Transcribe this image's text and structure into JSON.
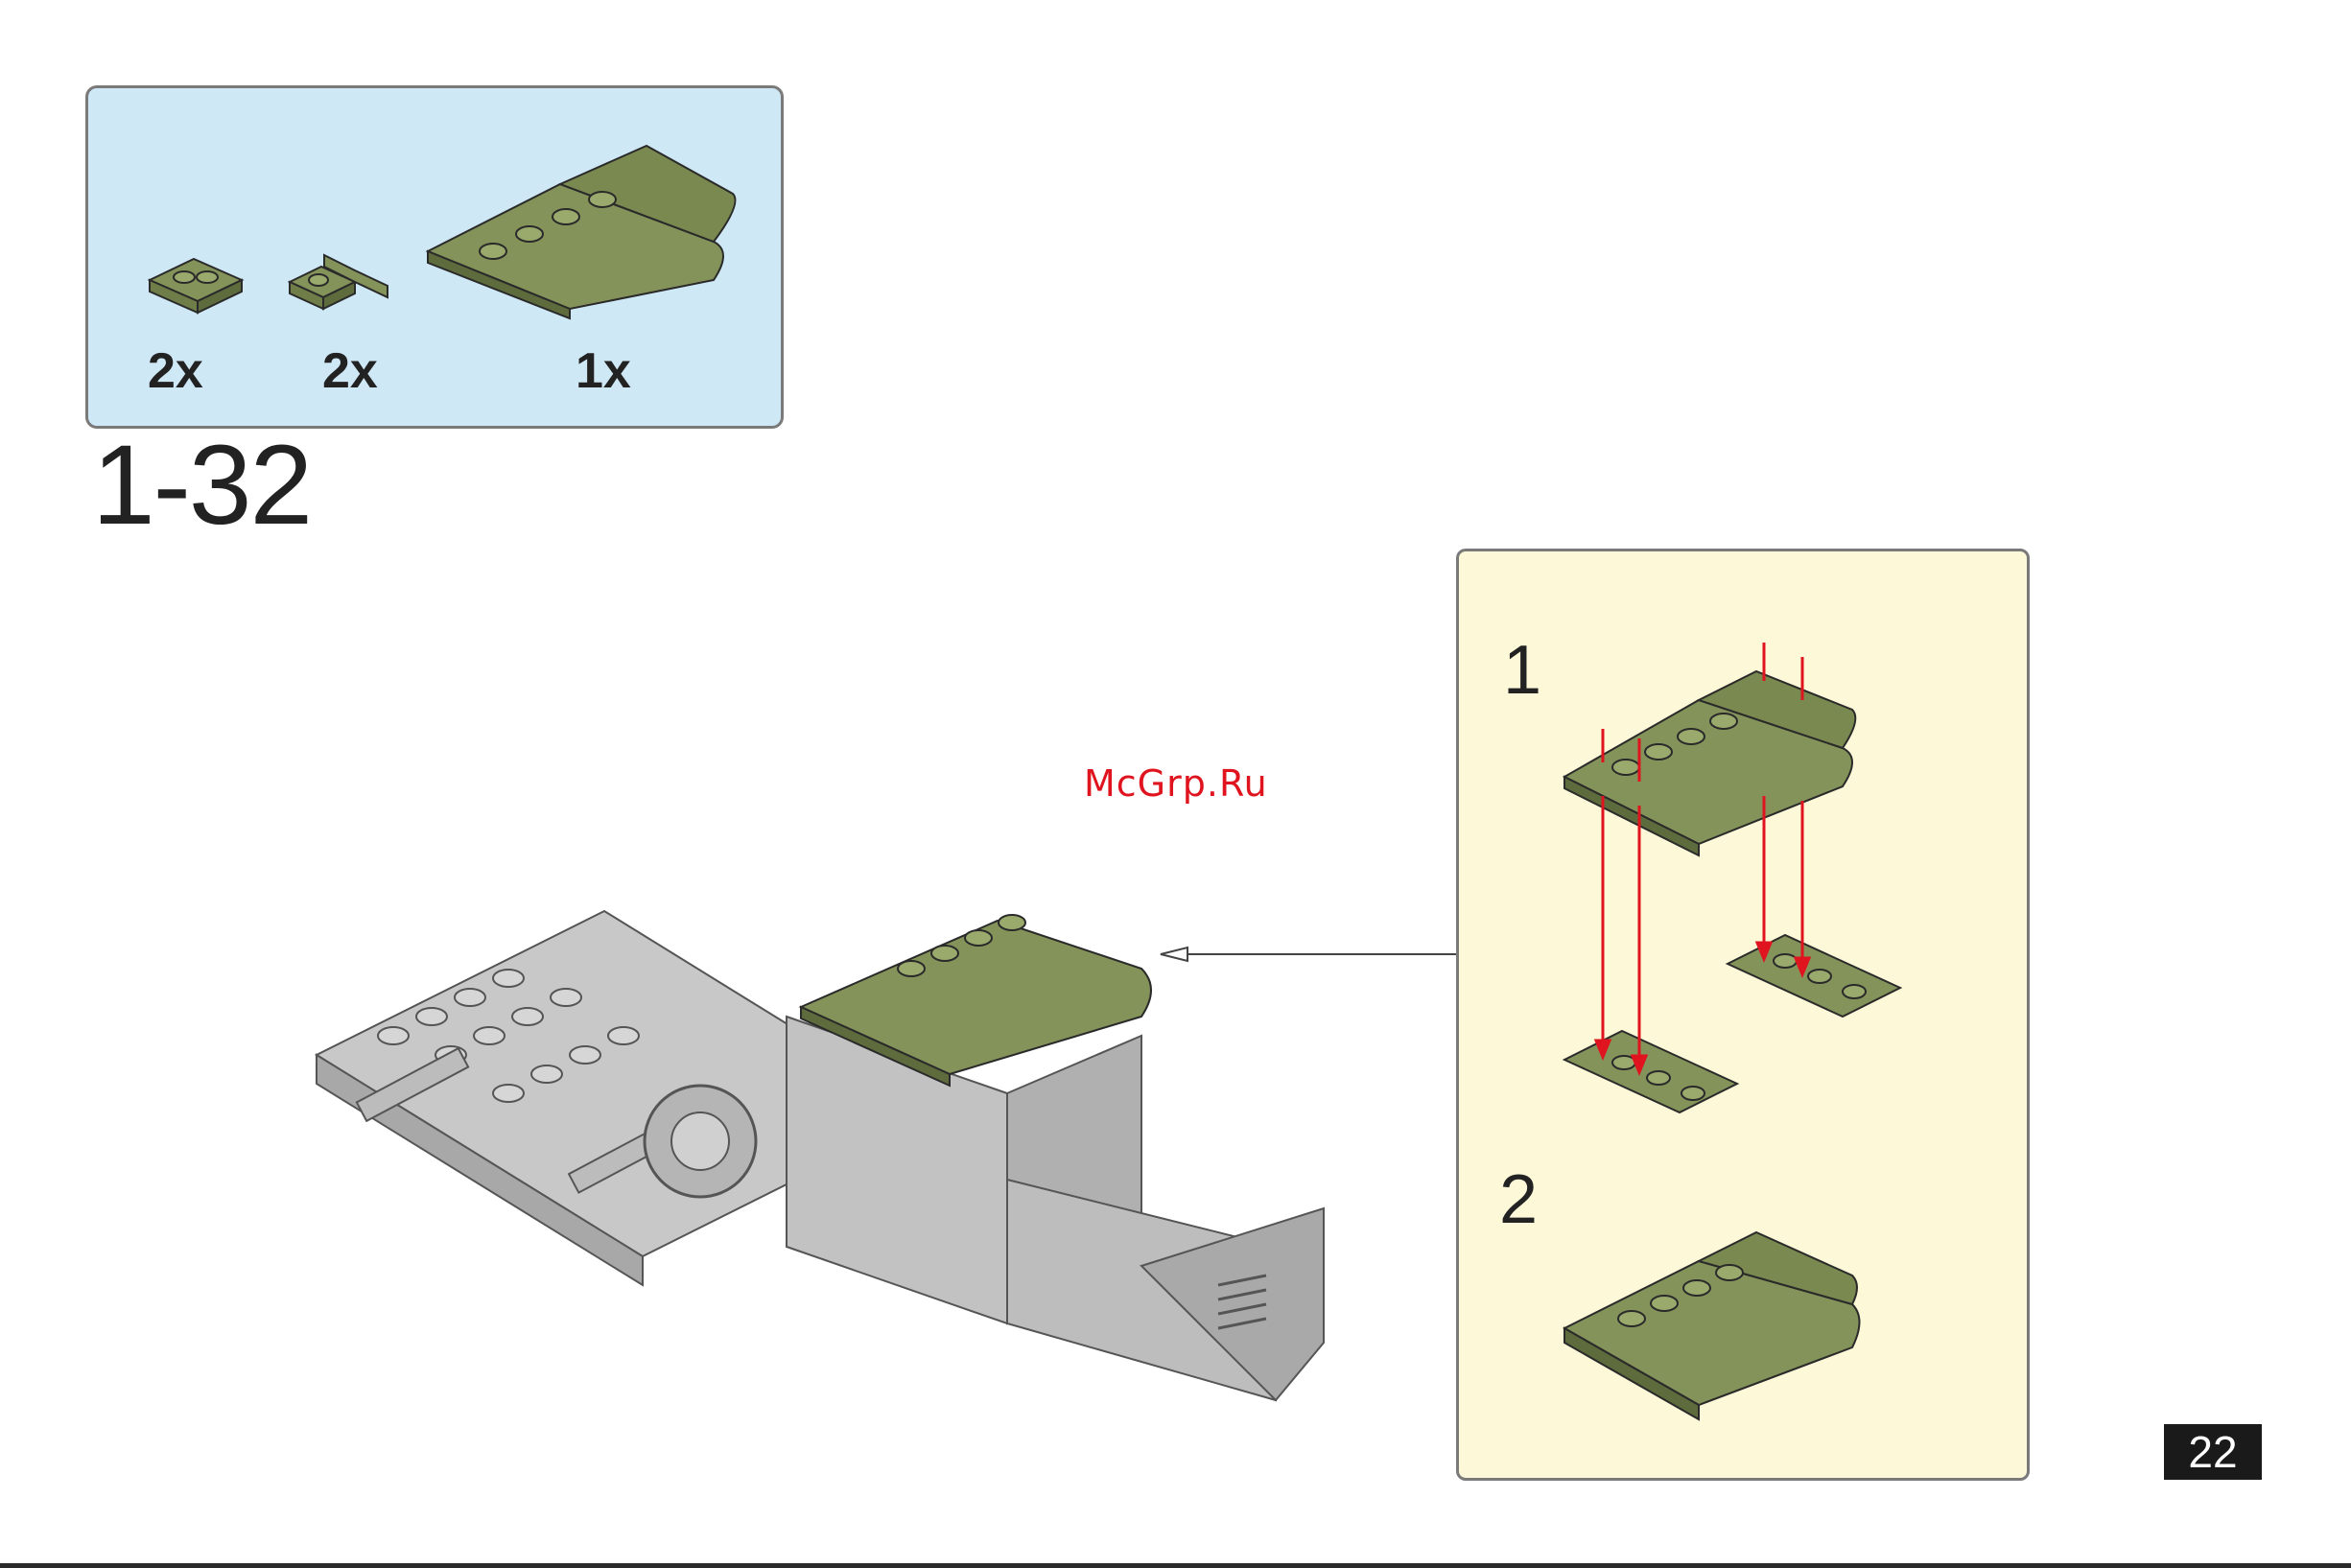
{
  "parts_list": {
    "items": [
      {
        "name": "1x2 plate",
        "count": "2x"
      },
      {
        "name": "1x1 bracket",
        "count": "2x"
      },
      {
        "name": "curved slope roof",
        "count": "1x"
      }
    ]
  },
  "step": {
    "number": "1-32"
  },
  "callout": {
    "substeps": [
      "1",
      "2"
    ]
  },
  "watermark": "McGrp.Ru",
  "page": {
    "number": "22"
  },
  "colors": {
    "parts_box_bg": "#cfe8f5",
    "callout_bg": "#fdf9d8",
    "brick_green": "#84935a",
    "brick_gray": "#c8c8c8",
    "arrow_red": "#e0141e"
  }
}
